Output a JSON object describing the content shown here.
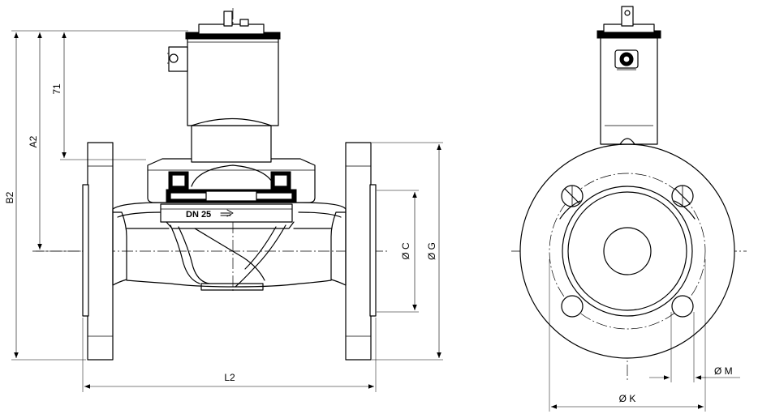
{
  "labels": {
    "b2": "B2",
    "a2": "A2",
    "dim71": "71",
    "dn": "DN 25",
    "diaC": "Ø C",
    "diaG": "Ø G",
    "l2": "L2",
    "diaM": "Ø M",
    "diaK": "Ø K"
  },
  "colors": {
    "line": "#000000",
    "background": "#ffffff"
  },
  "icons": {
    "flow_direction": "arrow-right-icon"
  }
}
